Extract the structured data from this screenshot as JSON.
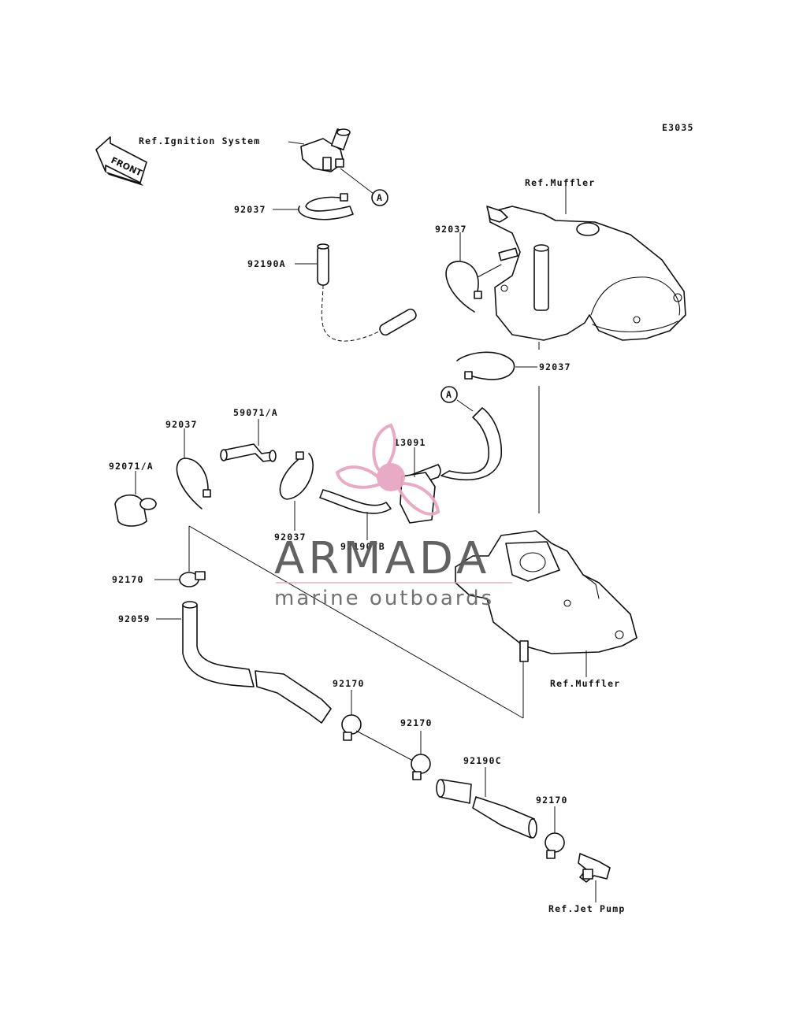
{
  "diagram_code": "E3035",
  "front_label": "FRONT",
  "callout_letter": "A",
  "watermark": {
    "brand": "ARMADA",
    "tagline": "marine outboards",
    "color": "#e8a6c4"
  },
  "labels": {
    "ref_ignition": "Ref.Ignition System",
    "ref_muffler_top": "Ref.Muffler",
    "ref_muffler_bottom": "Ref.Muffler",
    "ref_jet_pump": "Ref.Jet Pump",
    "p92037_a": "92037",
    "p92190a": "92190A",
    "p92037_b": "92037",
    "p92037_c": "92037",
    "p59071a": "59071/A",
    "p92037_d": "92037",
    "p13091": "13091",
    "p92071a": "92071/A",
    "p92037_e": "92037",
    "p92190b": "92190/B",
    "p92170_a": "92170",
    "p92059": "92059",
    "p92170_b": "92170",
    "p92170_c": "92170",
    "p92190c": "92190C",
    "p92170_d": "92170"
  }
}
